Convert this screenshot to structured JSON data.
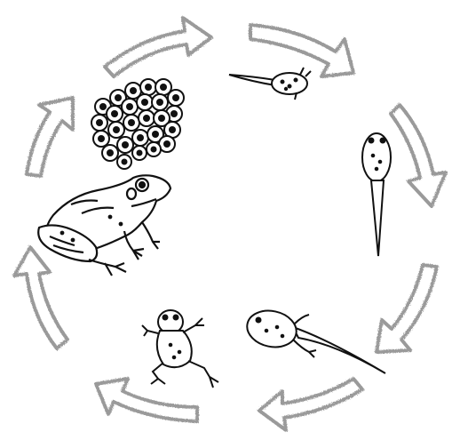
{
  "diagram": {
    "type": "life-cycle",
    "subject": "frog",
    "stages": [
      {
        "id": "eggs",
        "icon": "frog-eggs-icon"
      },
      {
        "id": "hatchling",
        "icon": "hatchling-tadpole-icon"
      },
      {
        "id": "tadpole",
        "icon": "tadpole-icon"
      },
      {
        "id": "tadpole-with-legs",
        "icon": "tadpole-with-legs-icon"
      },
      {
        "id": "froglet",
        "icon": "froglet-icon"
      },
      {
        "id": "adult-frog",
        "icon": "adult-frog-icon"
      }
    ],
    "arrow_count": 8,
    "arrow_direction": "clockwise",
    "colors": {
      "ink": "#111111",
      "arrow_outline": "#9a9a9a",
      "background": "#ffffff"
    }
  }
}
